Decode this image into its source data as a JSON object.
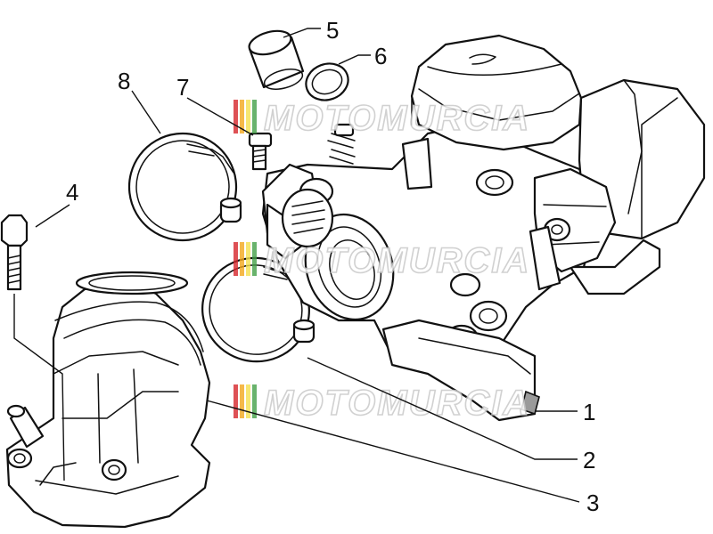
{
  "watermark": {
    "text": "MOTOMURCIA",
    "stripe_colors": [
      "#d6262b",
      "#f2a71b",
      "#f4e04d",
      "#43a047"
    ]
  },
  "callouts": [
    {
      "id": "part-1",
      "label": "1"
    },
    {
      "id": "part-2",
      "label": "2"
    },
    {
      "id": "part-3",
      "label": "3"
    },
    {
      "id": "part-4",
      "label": "4"
    },
    {
      "id": "part-5",
      "label": "5"
    },
    {
      "id": "part-6",
      "label": "6"
    },
    {
      "id": "part-7",
      "label": "7"
    },
    {
      "id": "part-8",
      "label": "8"
    }
  ]
}
